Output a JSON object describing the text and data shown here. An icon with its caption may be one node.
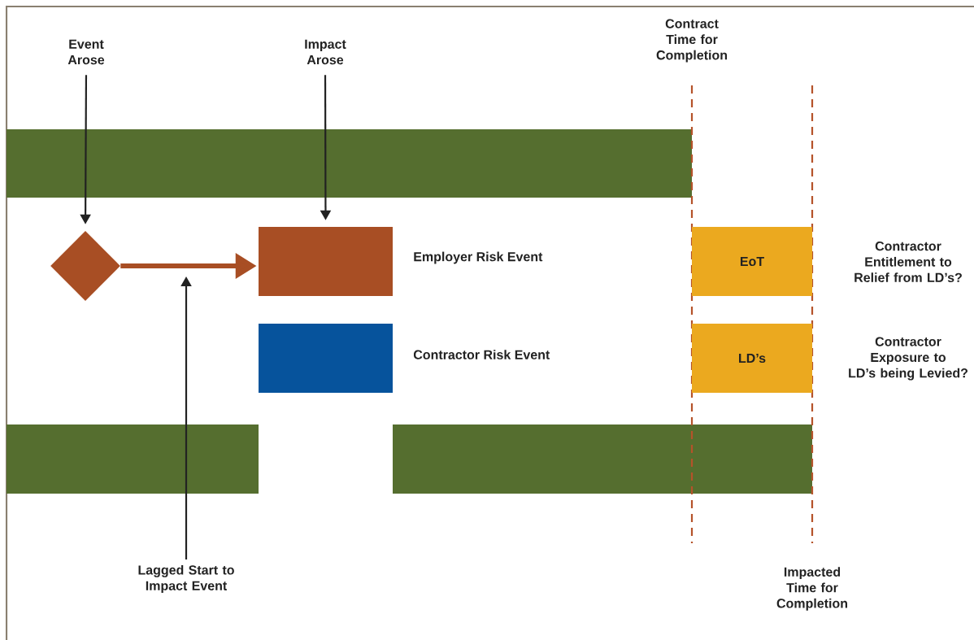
{
  "diagram": {
    "nodes": [
      {
        "text": [
          "Event Arose"
        ]
      },
      {
        "text": [
          "Impact Arose"
        ]
      },
      {
        "text": [],
        "shape": "diamond"
      },
      {
        "text": [],
        "shape": "box",
        "beside": [
          "Employer Risk Event"
        ]
      },
      {
        "text": [
          "EoT"
        ],
        "beside": [
          "Contractor Entitlement to Relief from LD’s?"
        ]
      },
      {
        "text": [],
        "shape": "box",
        "beside": [
          "Contractor Risk Event"
        ]
      },
      {
        "text": [
          "LD’s"
        ],
        "beside": [
          "Contractor Exposure to LD’s being Levied?"
        ]
      },
      {
        "text": [
          "Lagged Start to Impact Event"
        ]
      }
    ],
    "edges": [
      {
        "from": 0,
        "to": 2,
        "arrow": "to"
      },
      {
        "from": 1,
        "to": 3,
        "arrow": "to"
      },
      {
        "from": 2,
        "to": 3,
        "arrow": "to",
        "style": "thick",
        "color": "#a84e24"
      },
      {
        "from": 7,
        "to": null,
        "arrow": "to"
      }
    ],
    "labels": [
      "Contract Time for Completion",
      "Impacted Time for Completion"
    ]
  }
}
